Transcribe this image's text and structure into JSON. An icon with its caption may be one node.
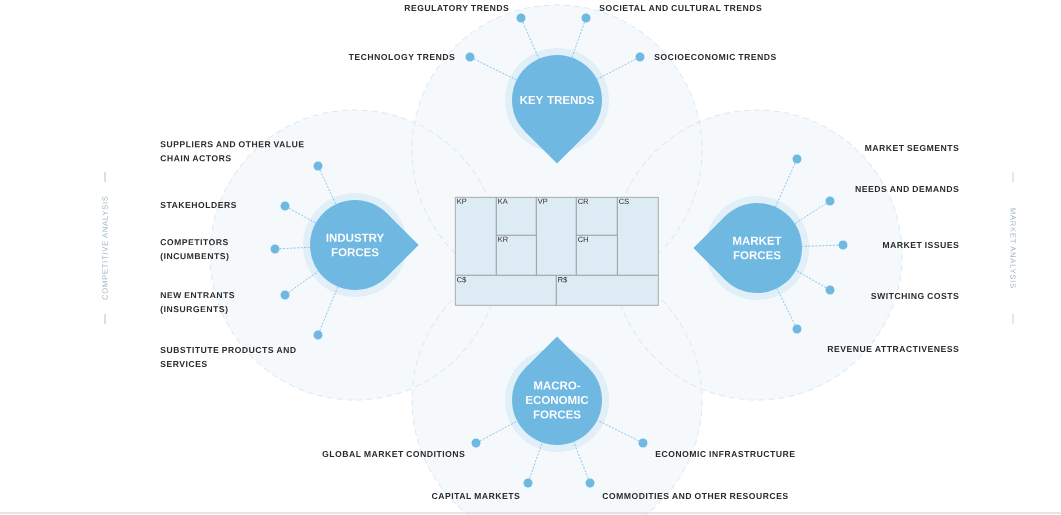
{
  "diagram": {
    "nodes": [
      {
        "text": [
          "KEY TRENDS"
        ]
      },
      {
        "text": [],
        "shape": "circle",
        "beside": [
          "REGULATORY TRENDS"
        ]
      },
      {
        "text": [],
        "shape": "circle",
        "beside": [
          "SOCIETAL AND CULTURAL TRENDS"
        ]
      },
      {
        "text": [],
        "shape": "circle",
        "beside": [
          "TECHNOLOGY TRENDS"
        ]
      },
      {
        "text": [],
        "shape": "circle",
        "beside": [
          "SOCIOECONOMIC TRENDS"
        ]
      },
      {
        "text": [
          "INDUSTRY FORCES"
        ]
      },
      {
        "text": [],
        "shape": "circle",
        "beside": [
          "SUPPLIERS AND OTHER VALUE CHAIN ACTORS"
        ]
      },
      {
        "text": [],
        "shape": "circle"
      },
      {
        "text": [],
        "shape": "circle"
      },
      {
        "text": [],
        "shape": "circle"
      },
      {
        "text": [],
        "shape": "circle",
        "beside": [
          "SUBSTITUTE PRODUCTS AND SERVICES"
        ]
      },
      {
        "text": [
          "KP"
        ]
      },
      {
        "text": [
          "KA"
        ]
      },
      {
        "text": [
          "VP"
        ]
      },
      {
        "text": [
          "CR"
        ]
      },
      {
        "text": [
          "CS"
        ]
      },
      {
        "text": [
          "KR"
        ]
      },
      {
        "text": [
          "CH"
        ]
      },
      {
        "text": [
          "C$"
        ]
      },
      {
        "text": [
          "R$"
        ]
      },
      {
        "text": [
          "MARKET FORCES"
        ]
      },
      {
        "text": [],
        "shape": "circle"
      },
      {
        "text": [],
        "shape": "circle",
        "beside": [
          "NEEDS AND DEMANDS"
        ]
      },
      {
        "text": [],
        "shape": "circle"
      },
      {
        "text": [],
        "shape": "circle"
      },
      {
        "text": [],
        "shape": "circle",
        "beside": [
          "REVENUE ATTRACTIVENESS"
        ]
      },
      {
        "text": [
          "MACRO-ECONOMIC FORCES"
        ]
      },
      {
        "text": [],
        "shape": "circle",
        "beside": [
          "GLOBAL MARKET CONDITIONS"
        ]
      },
      {
        "text": [],
        "shape": "circle",
        "beside": [
          "ECONOMIC INFRASTRUCTURE"
        ]
      },
      {
        "text": [],
        "shape": "circle",
        "beside": [
          "CAPITAL MARKETS"
        ]
      },
      {
        "text": [],
        "shape": "circle",
        "beside": [
          "COMMODITIES AND OTHER RESOURCES"
        ]
      }
    ],
    "edges": [
      {
        "from": 1,
        "to": 0,
        "arrow": "none",
        "style": "dashed"
      },
      {
        "from": 2,
        "to": 0,
        "arrow": "none",
        "style": "dashed"
      },
      {
        "from": 3,
        "to": 0,
        "arrow": "none",
        "style": "dashed"
      },
      {
        "from": 4,
        "to": 0,
        "arrow": "none",
        "style": "dashed"
      },
      {
        "from": 6,
        "to": 5,
        "arrow": "none",
        "style": "dashed"
      },
      {
        "from": 7,
        "to": 5,
        "arrow": "none",
        "style": "dashed"
      },
      {
        "from": 8,
        "to": 5,
        "arrow": "none",
        "style": "dashed"
      },
      {
        "from": 9,
        "to": 5,
        "arrow": "none",
        "style": "dashed"
      },
      {
        "from": 10,
        "to": 5,
        "arrow": "none",
        "style": "dashed"
      },
      {
        "from": 21,
        "to": 20,
        "arrow": "none",
        "style": "dashed"
      },
      {
        "from": 22,
        "to": 20,
        "arrow": "none",
        "style": "dashed"
      },
      {
        "from": 23,
        "to": 20,
        "arrow": "none",
        "style": "dashed"
      },
      {
        "from": 24,
        "to": 20,
        "arrow": "none",
        "style": "dashed"
      },
      {
        "from": 25,
        "to": 20,
        "arrow": "none",
        "style": "dashed"
      },
      {
        "from": 27,
        "to": 26,
        "arrow": "none",
        "style": "dashed"
      },
      {
        "from": 28,
        "to": 26,
        "arrow": "none",
        "style": "dashed"
      },
      {
        "from": 29,
        "to": 26,
        "arrow": "none",
        "style": "dashed"
      },
      {
        "from": 30,
        "to": 26,
        "arrow": "none",
        "style": "dashed"
      }
    ],
    "labels": [
      "MARKET SEGMENTS",
      "STAKEHOLDERS",
      "COMPETITIVE ANALYSIS",
      "COMPETITORS (INCUMBENTS)",
      "MARKET ISSUES",
      "MARKET ANALYSIS",
      "NEW ENTRANTS (INSURGENTS)",
      "SWITCHING COSTS"
    ]
  }
}
